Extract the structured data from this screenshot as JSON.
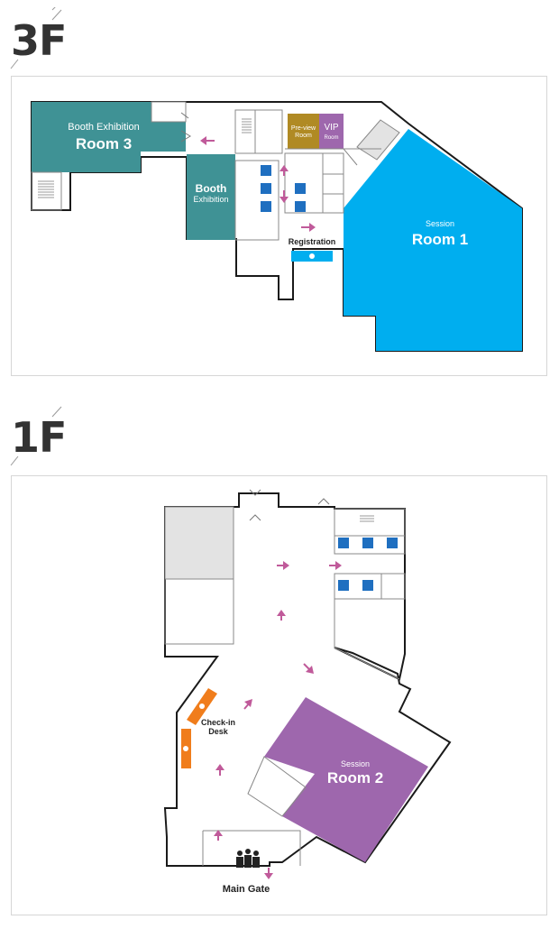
{
  "floors": {
    "f3": {
      "label": "3F",
      "rooms": {
        "booth_room3": {
          "line1": "Booth Exhibition",
          "line2": "Room 3"
        },
        "booth_exhibition": {
          "line1": "Booth",
          "line2": "Exhibition"
        },
        "preview": {
          "line1": "Pre-view",
          "line2": "Room"
        },
        "vip": {
          "line1": "VIP",
          "line2": "Room"
        },
        "session_room1": {
          "line1": "Session",
          "line2": "Room 1"
        },
        "registration": "Registration"
      }
    },
    "f1": {
      "label": "1F",
      "rooms": {
        "checkin": {
          "line1": "Check-in",
          "line2": "Desk"
        },
        "session_room2": {
          "line1": "Session",
          "line2": "Room 2"
        },
        "main_gate": "Main Gate"
      }
    }
  },
  "colors": {
    "teal": "#3f9295",
    "blue": "#00aeef",
    "gold": "#b08a24",
    "purple": "#9e67ad",
    "orange": "#f07d1c",
    "arrow": "#c05a9a",
    "restroom": "#1f6fc0",
    "outline": "#1a1a1a"
  }
}
